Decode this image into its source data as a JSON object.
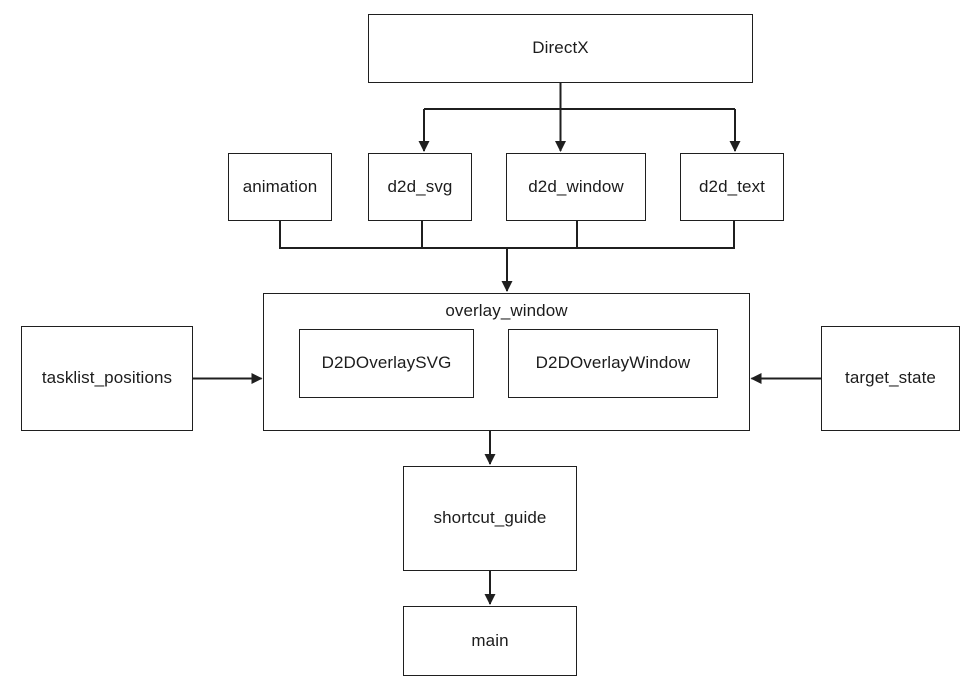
{
  "diagram": {
    "type": "flowchart",
    "background_color": "#ffffff",
    "line_color": "#1f1f1f",
    "text_color": "#1c1c1c",
    "nodes": {
      "directx": {
        "label": "DirectX"
      },
      "animation": {
        "label": "animation"
      },
      "d2d_svg": {
        "label": "d2d_svg"
      },
      "d2d_window": {
        "label": "d2d_window"
      },
      "d2d_text": {
        "label": "d2d_text"
      },
      "overlay_window": {
        "label": "overlay_window"
      },
      "d2doverlaysvg": {
        "label": "D2DOverlaySVG"
      },
      "d2doverlaywindow": {
        "label": "D2DOverlayWindow"
      },
      "tasklist_positions": {
        "label": "tasklist_positions"
      },
      "target_state": {
        "label": "target_state"
      },
      "shortcut_guide": {
        "label": "shortcut_guide"
      },
      "main": {
        "label": "main"
      }
    },
    "edges": [
      {
        "from": "DirectX",
        "to": "d2d_svg"
      },
      {
        "from": "DirectX",
        "to": "d2d_window"
      },
      {
        "from": "DirectX",
        "to": "d2d_text"
      },
      {
        "from": "animation",
        "to": "overlay_window"
      },
      {
        "from": "d2d_svg",
        "to": "overlay_window"
      },
      {
        "from": "d2d_window",
        "to": "overlay_window"
      },
      {
        "from": "d2d_text",
        "to": "overlay_window"
      },
      {
        "from": "tasklist_positions",
        "to": "overlay_window"
      },
      {
        "from": "target_state",
        "to": "overlay_window"
      },
      {
        "from": "overlay_window",
        "to": "shortcut_guide"
      },
      {
        "from": "shortcut_guide",
        "to": "main"
      }
    ],
    "contains": [
      {
        "parent": "overlay_window",
        "children": [
          "D2DOverlaySVG",
          "D2DOverlayWindow"
        ]
      }
    ]
  }
}
